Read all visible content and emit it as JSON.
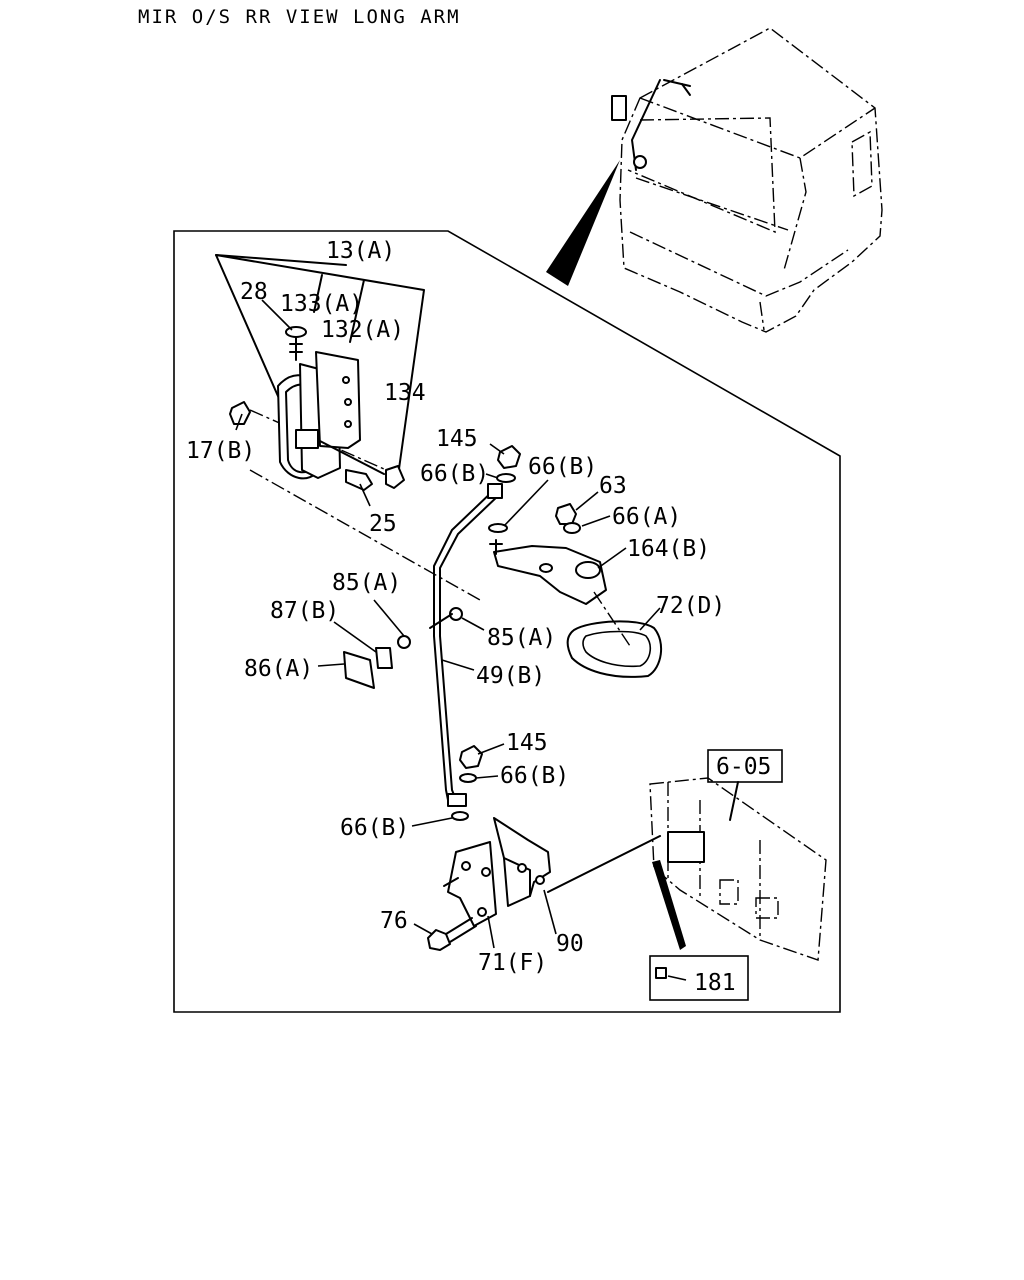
{
  "title": "MIR O/S RR VIEW LONG ARM",
  "labels": {
    "p13a": "13(A)",
    "p28": "28",
    "p133a": "133(A)",
    "p132a": "132(A)",
    "p134": "134",
    "p17b": "17(B)",
    "p25": "25",
    "p145_top": "145",
    "p66b_1": "66(B)",
    "p66b_2": "66(B)",
    "p63": "63",
    "p66a": "66(A)",
    "p164b": "164(B)",
    "p72d": "72(D)",
    "p85a_1": "85(A)",
    "p87b": "87(B)",
    "p85a_2": "85(A)",
    "p86a": "86(A)",
    "p49b": "49(B)",
    "p145_bot": "145",
    "p66b_3": "66(B)",
    "p66b_4": "66(B)",
    "p76": "76",
    "p71f": "71(F)",
    "p90": "90",
    "ref605": "6-05",
    "p181": "181"
  }
}
